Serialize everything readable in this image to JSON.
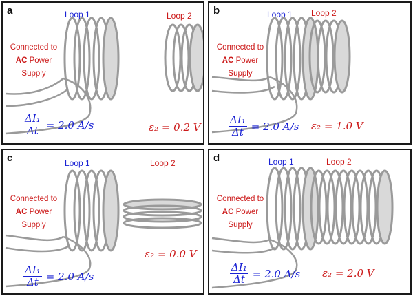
{
  "colors": {
    "loop1": "#1a22d4",
    "loop2": "#cc1a1a",
    "source": "#cc1a1a",
    "coil": "#9a9a9a",
    "coilFill": "#d9d9d9",
    "border": "#1a1a1a"
  },
  "panels": [
    {
      "letter": "a",
      "loop1_label": "Loop 1",
      "loop2_label": "Loop 2",
      "source_line1": "Connected to",
      "source_ac": "AC",
      "source_power": " Power",
      "source_line3": "Supply",
      "rate_num": "ΔI₁",
      "rate_den": "Δt",
      "rate_value": "= 2.0 A/s",
      "emf_text": "ε₂ = 0.2 V"
    },
    {
      "letter": "b",
      "loop1_label": "Loop 1",
      "loop2_label": "Loop 2",
      "source_line1": "Connected to",
      "source_ac": "AC",
      "source_power": " Power",
      "source_line3": "Supply",
      "rate_num": "ΔI₁",
      "rate_den": "Δt",
      "rate_value": "= 2.0 A/s",
      "emf_text": "ε₂ = 1.0 V"
    },
    {
      "letter": "c",
      "loop1_label": "Loop 1",
      "loop2_label": "Loop 2",
      "source_line1": "Connected to",
      "source_ac": "AC",
      "source_power": " Power",
      "source_line3": "Supply",
      "rate_num": "ΔI₁",
      "rate_den": "Δt",
      "rate_value": "= 2.0 A/s",
      "emf_text": "ε₂ = 0.0 V"
    },
    {
      "letter": "d",
      "loop1_label": "Loop 1",
      "loop2_label": "Loop 2",
      "source_line1": "Connected to",
      "source_ac": "AC",
      "source_power": " Power",
      "source_line3": "Supply",
      "rate_num": "ΔI₁",
      "rate_den": "Δt",
      "rate_value": "= 2.0 A/s",
      "emf_text": "ε₂ = 2.0 V"
    }
  ]
}
